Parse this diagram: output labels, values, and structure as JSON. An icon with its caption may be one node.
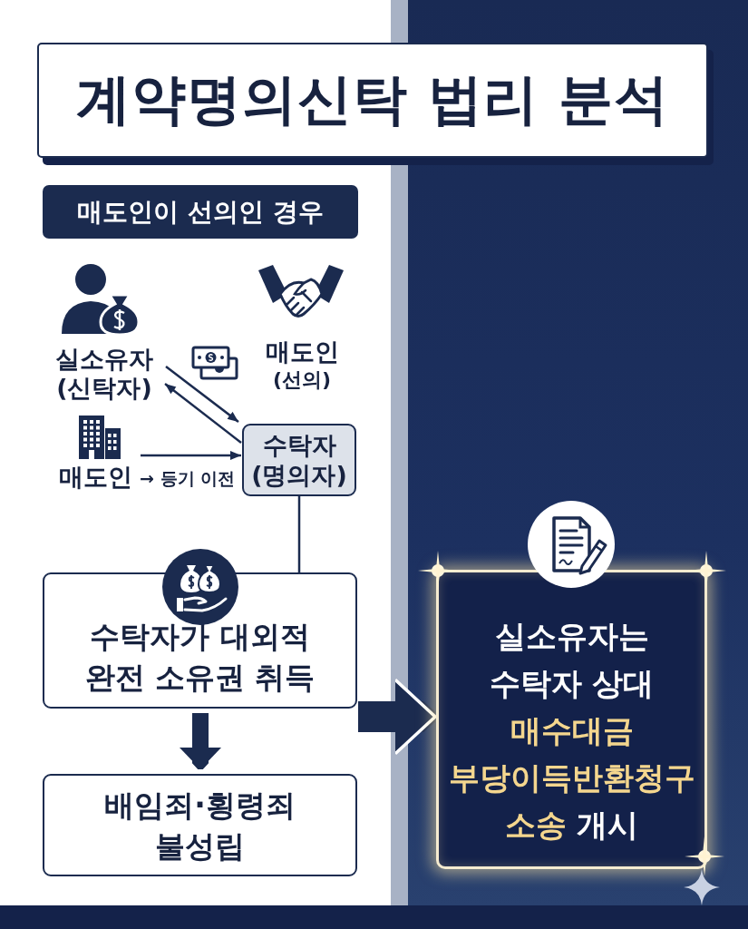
{
  "diagram": {
    "title": "계약명의신탁 법리 분석",
    "nodes": [
      {
        "text": [
          "매도인이 선의인 경우"
        ]
      },
      {
        "text": [
          "실소유자 (신탁자)"
        ]
      },
      {
        "text": [
          "매도인"
        ],
        "beside": [
          "→ 등기 이전"
        ]
      },
      {
        "text": [
          "수탁자 (명의자)"
        ]
      },
      {
        "text": [
          "수탁자가 대외적 완전 소유권 취득"
        ]
      },
      {
        "text": [
          "배임죄·횡령죄 불성립"
        ]
      },
      {
        "text": [
          "실소유자는 수탁자 상대 **매수대금 부당이득반환청구 소송** 개시"
        ]
      }
    ],
    "edges": [
      {
        "from": 1,
        "to": 3,
        "arrow": "to"
      },
      {
        "from": 3,
        "to": 1,
        "arrow": "to"
      },
      {
        "from": 2,
        "to": 3,
        "arrow": "to"
      },
      {
        "from": 3,
        "to": 4,
        "arrow": "none"
      },
      {
        "from": 4,
        "to": 5,
        "arrow": "to",
        "style": "thick"
      },
      {
        "from": 4,
        "to": 6,
        "arrow": "to",
        "style": "thick"
      }
    ],
    "labels": [
      "매도인",
      "(선의)"
    ]
  }
}
